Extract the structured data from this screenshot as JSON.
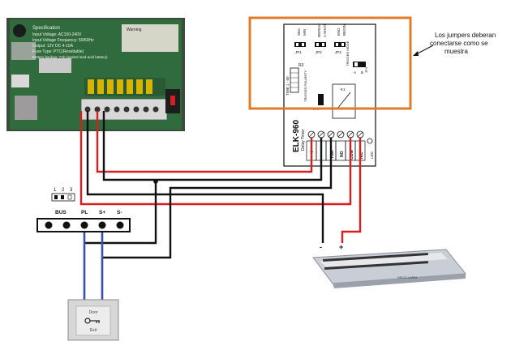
{
  "power_supply": {
    "label_lines": [
      "Specification",
      "Input Voltage: AC100-240V",
      "Input Voltage Frequency: 50/60Hz",
      "Output: 12V DC 4-10A",
      "Fuse Type: PTC(Resettable)",
      "Battery backup: 7Ah (sealed lead-acid battery)"
    ],
    "warning": "Warning"
  },
  "timer": {
    "model": "ELK-960",
    "subtitle": "Delay Timer",
    "jumpers": [
      {
        "id": "JP1",
        "top": "SEC",
        "bottom": "MIN"
      },
      {
        "id": "JP2",
        "top": "REPEAT",
        "bottom": "1-SHOT"
      },
      {
        "id": "JP3",
        "top": "END",
        "bottom": "BEGIN"
      }
    ],
    "r3": "R3",
    "time_label": "TIME 1 - 60",
    "trigger_polarity": "TRIGGER POLARITY",
    "trigger_mode": "TRIGGER MODE",
    "jp4": "JP4",
    "jp5": "JP5",
    "k1": "K1",
    "mode_a": "A",
    "mode_b": "B",
    "terminals": [
      "+",
      "-",
      "TGR",
      "NO",
      "COM",
      "N/C"
    ],
    "led": "LED"
  },
  "annotation": "Los jumpers deberan conectarse como se muestra",
  "panel": {
    "pins": [
      "1",
      "2",
      "3"
    ],
    "terminal_labels": [
      "BUS",
      "PL",
      "S+",
      "S-"
    ]
  },
  "maglock": {
    "minus": "-",
    "plus": "+",
    "brand": "SECO-LARM"
  },
  "exit_button": {
    "top": "Door",
    "bottom": "Exit",
    "icon": "key-icon"
  },
  "colors": {
    "highlight": "#e07b2a",
    "red_wire": "#d81e1e",
    "black_wire": "#111111",
    "blue_wire": "#3a4fb5",
    "board_green": "#2f6b3c"
  }
}
